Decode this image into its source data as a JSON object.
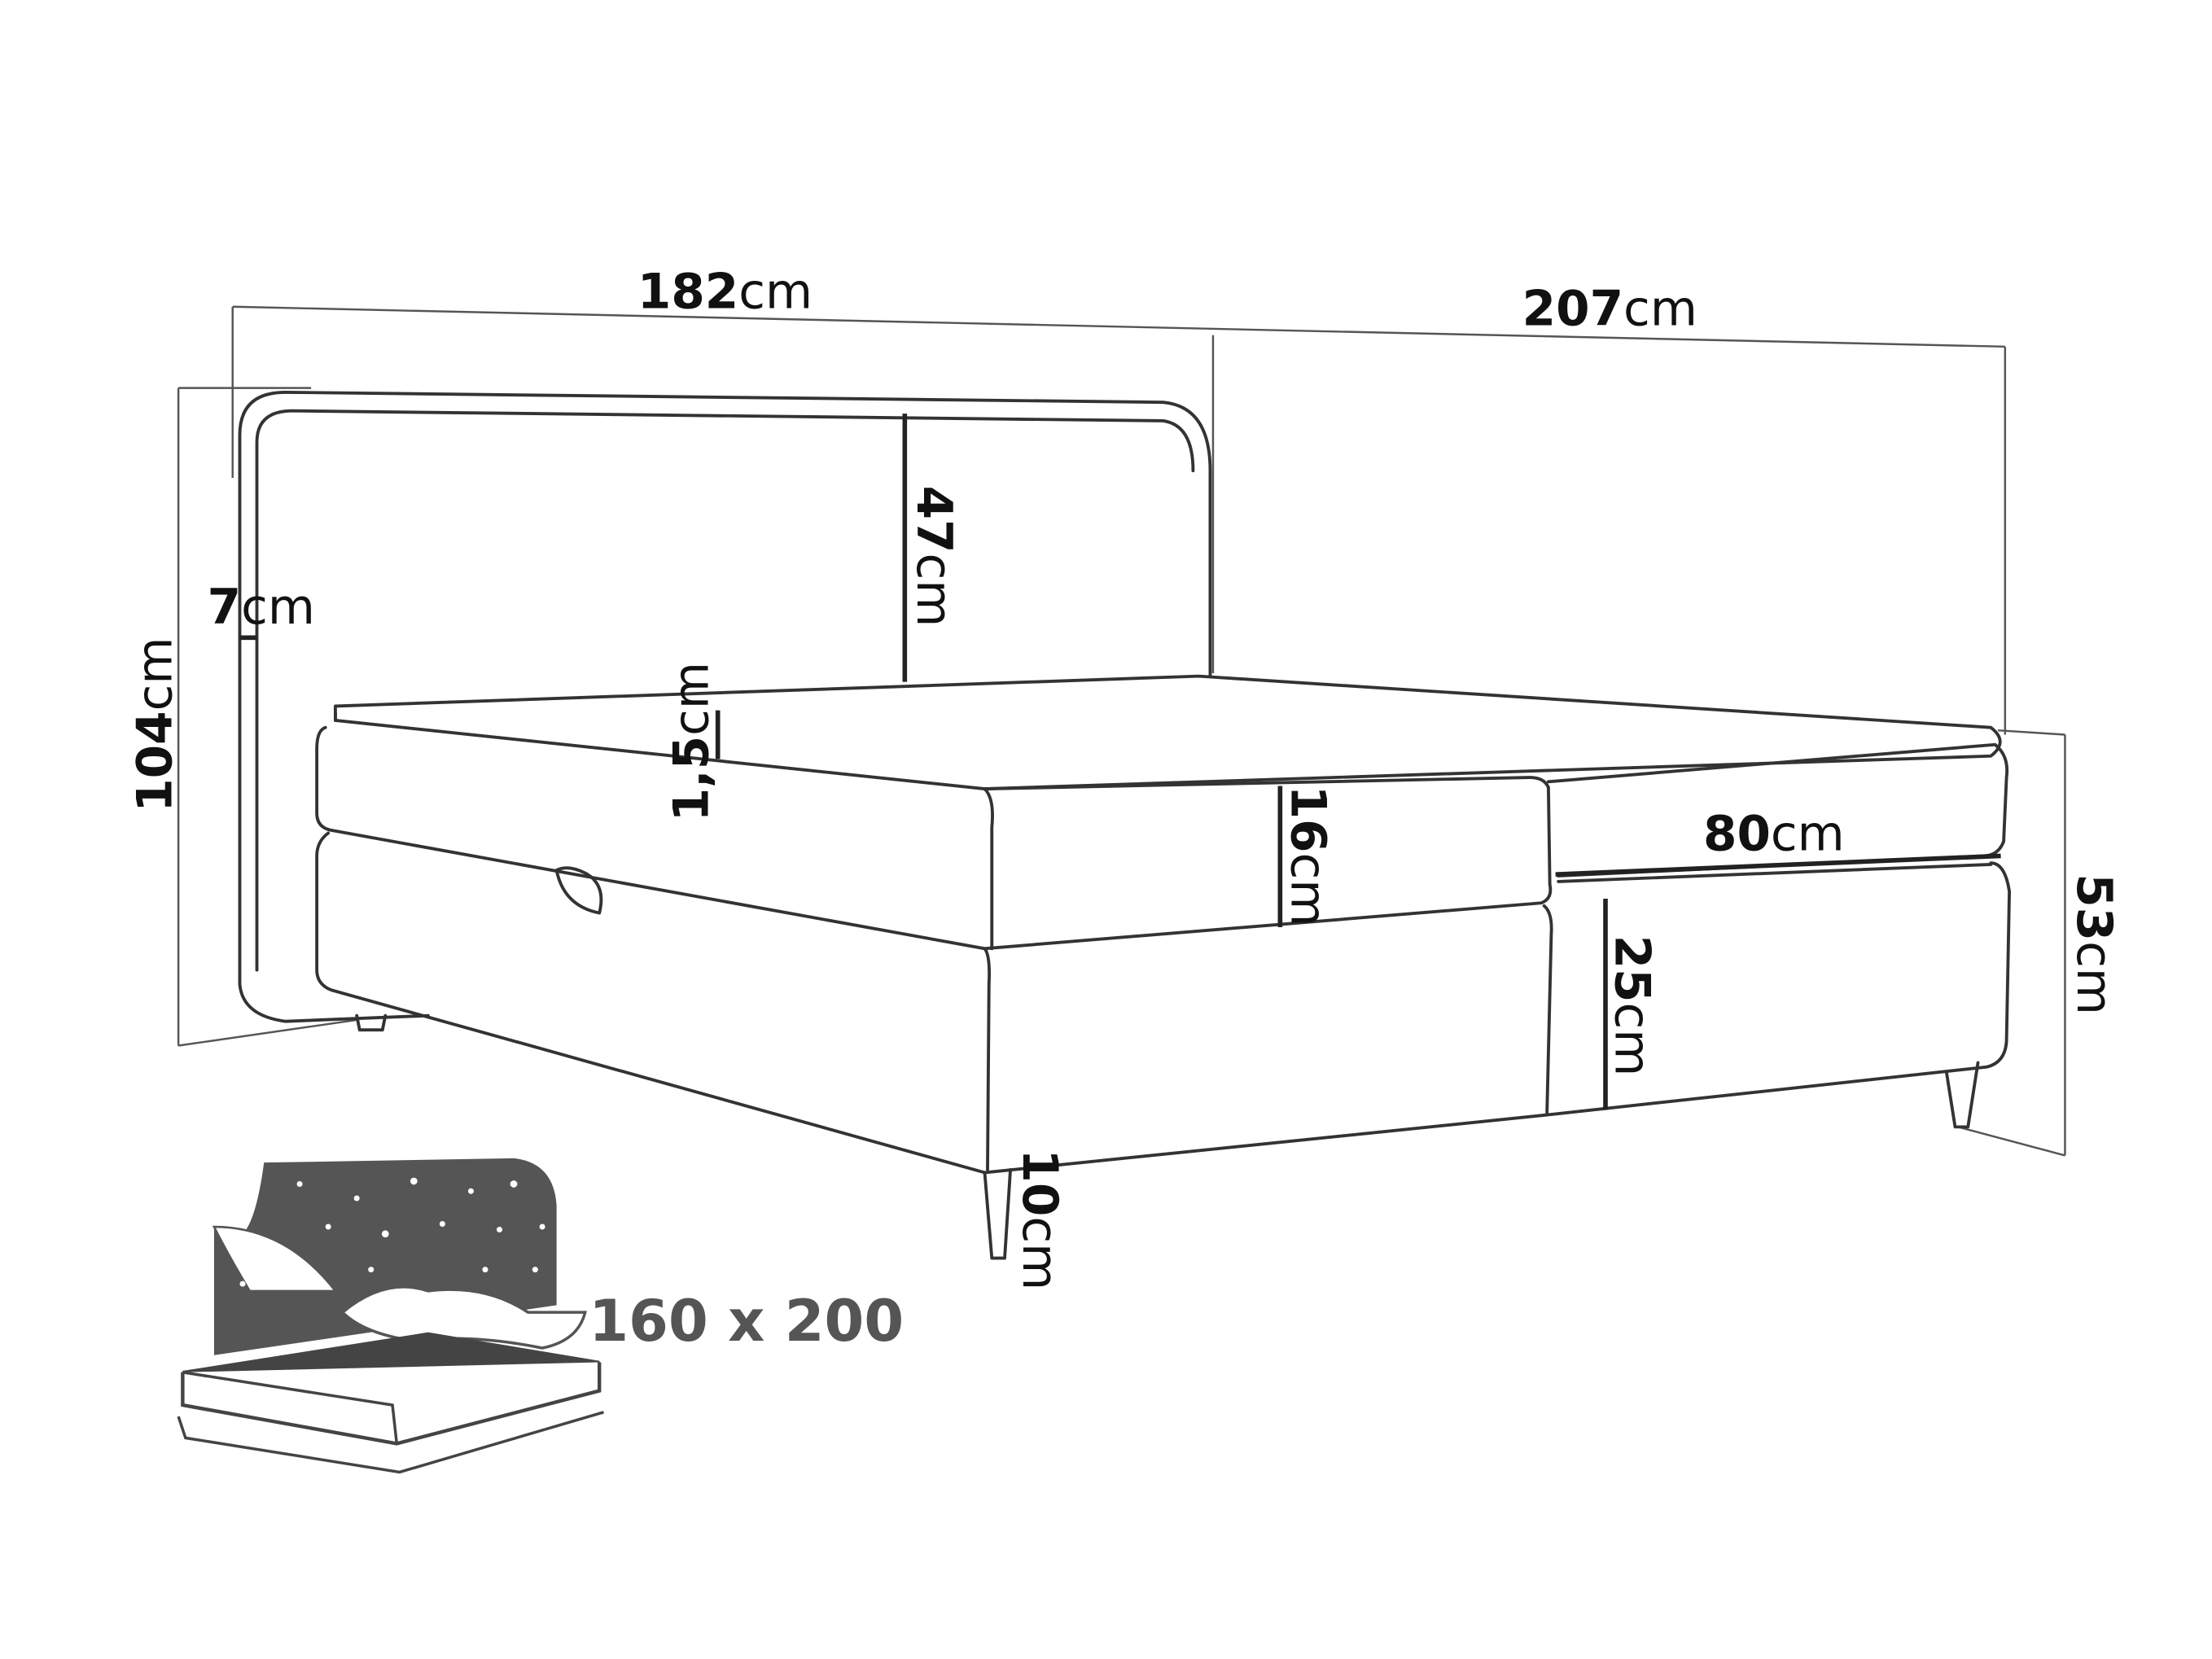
{
  "dimensions": {
    "width": {
      "value": "182",
      "unit": "cm"
    },
    "length": {
      "value": "207",
      "unit": "cm"
    },
    "total_height": {
      "value": "104",
      "unit": "cm"
    },
    "headboard_thickness": {
      "value": "7",
      "unit": "cm"
    },
    "headboard_visible_height": {
      "value": "47",
      "unit": "cm"
    },
    "topper": {
      "value": "1,5",
      "unit": "cm"
    },
    "mattress": {
      "value": "16",
      "unit": "cm"
    },
    "side_height": {
      "value": "80",
      "unit": "cm"
    },
    "bed_height": {
      "value": "53",
      "unit": "cm"
    },
    "box_height": {
      "value": "25",
      "unit": "cm"
    },
    "leg_height": {
      "value": "10",
      "unit": "cm"
    }
  },
  "mattress_size": "160 x 200",
  "colors": {
    "line": "#333333",
    "icon": "#555555"
  }
}
